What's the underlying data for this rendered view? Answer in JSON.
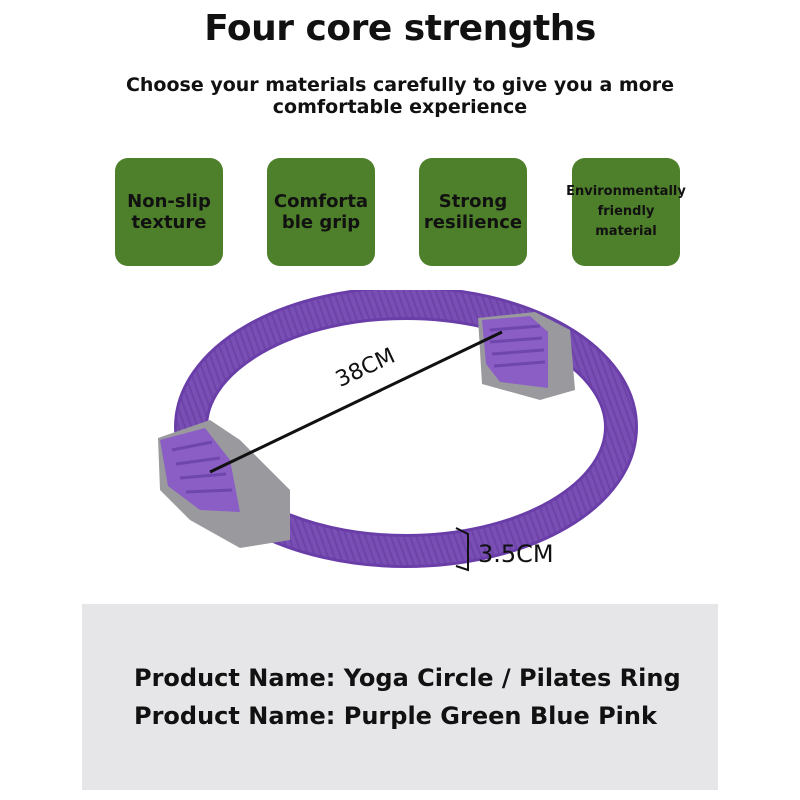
{
  "header": {
    "title": "Four core strengths",
    "subtitle": "Choose your materials carefully to give you a more comfortable experience"
  },
  "features": [
    {
      "label": "Non-slip texture"
    },
    {
      "label": "Comforta ble grip"
    },
    {
      "label": "Strong resilience"
    },
    {
      "label": "Environmentally friendly material"
    }
  ],
  "product_image": {
    "diameter_label": "38CM",
    "thickness_label": "3.5CM"
  },
  "info": {
    "line1": "Product Name: Yoga Circle / Pilates Ring",
    "line2": "Product Name: Purple Green Blue Pink"
  },
  "colors": {
    "feature_box": "#4e7f2a",
    "ring": "#7a4fb5",
    "grip": "#9a9a9e",
    "panel": "#e6e6e9"
  }
}
